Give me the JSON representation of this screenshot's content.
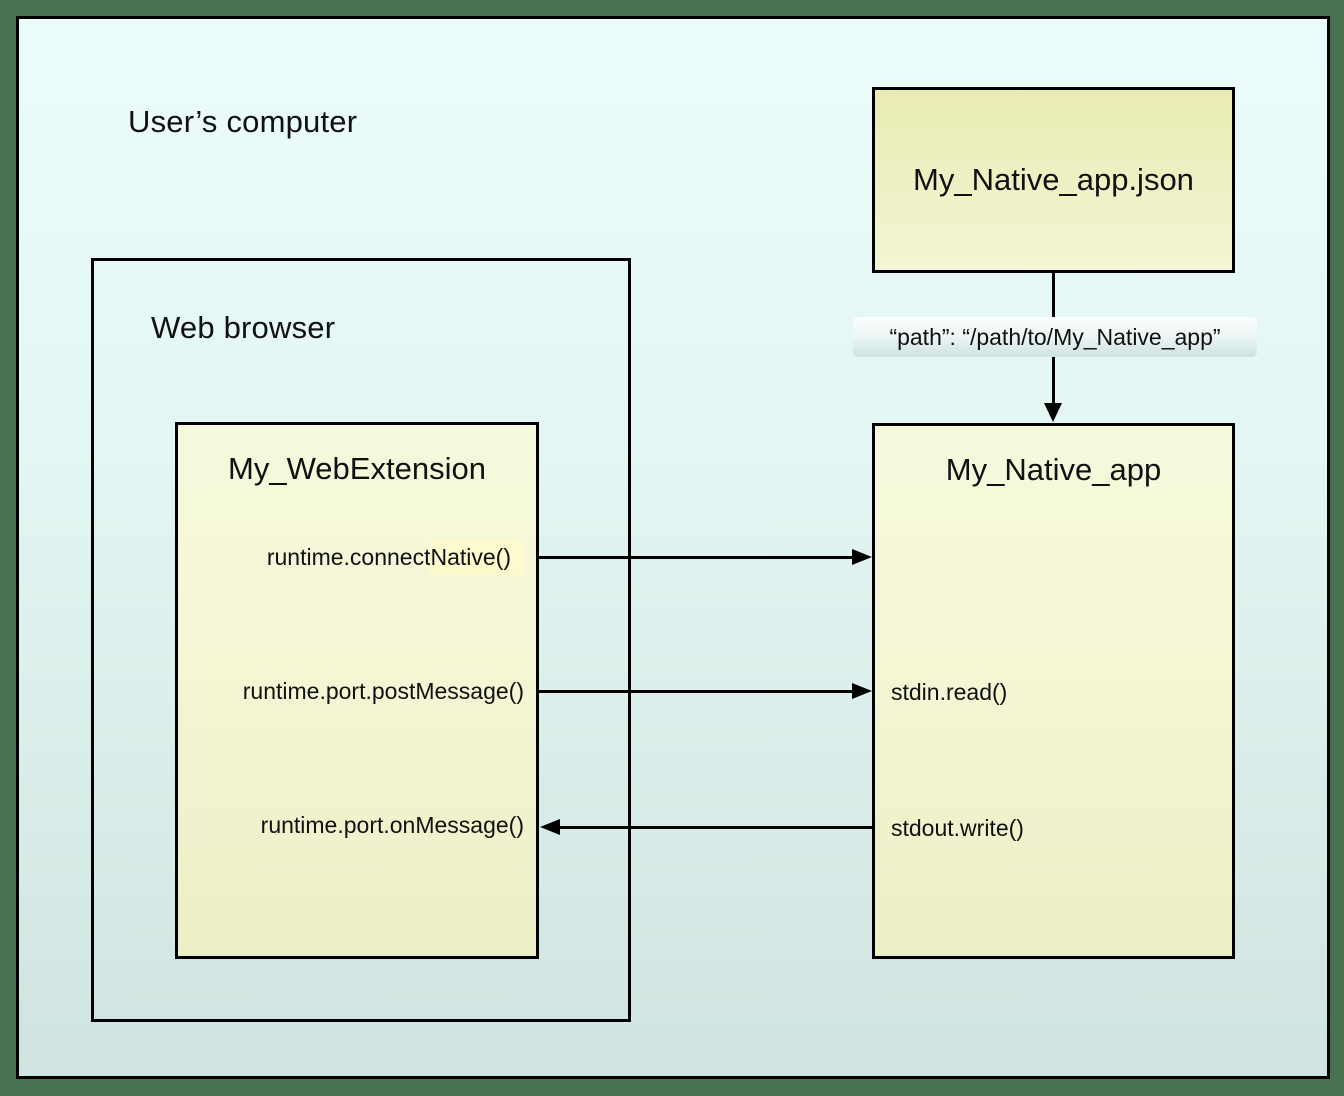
{
  "labels": {
    "outer": "User’s computer",
    "browser": "Web browser"
  },
  "webextension": {
    "title": "My_WebExtension",
    "connect_pre": "runtime.connect",
    "connect_highlight": "Native()",
    "post_message": "runtime.port.postMessage()",
    "on_message": "runtime.port.onMessage()"
  },
  "native_app": {
    "title": "My_Native_app",
    "stdin": "stdin.read()",
    "stdout": "stdout.write()"
  },
  "manifest": {
    "title": "My_Native_app.json",
    "path_label": "“path”: “/path/to/My_Native_app”"
  },
  "colors": {
    "surround_green": "#4a7152",
    "computer_bg_top": "#ecfcfb",
    "computer_bg_bottom": "#cfe4e0",
    "process_box_top": "#f7f9dd",
    "process_box_bottom": "#edefc5",
    "manifest_box_top": "#e9ebb2",
    "manifest_box_bottom": "#f3f5d4",
    "find_highlight": "#fdfbce",
    "line_and_border": "#000000"
  }
}
